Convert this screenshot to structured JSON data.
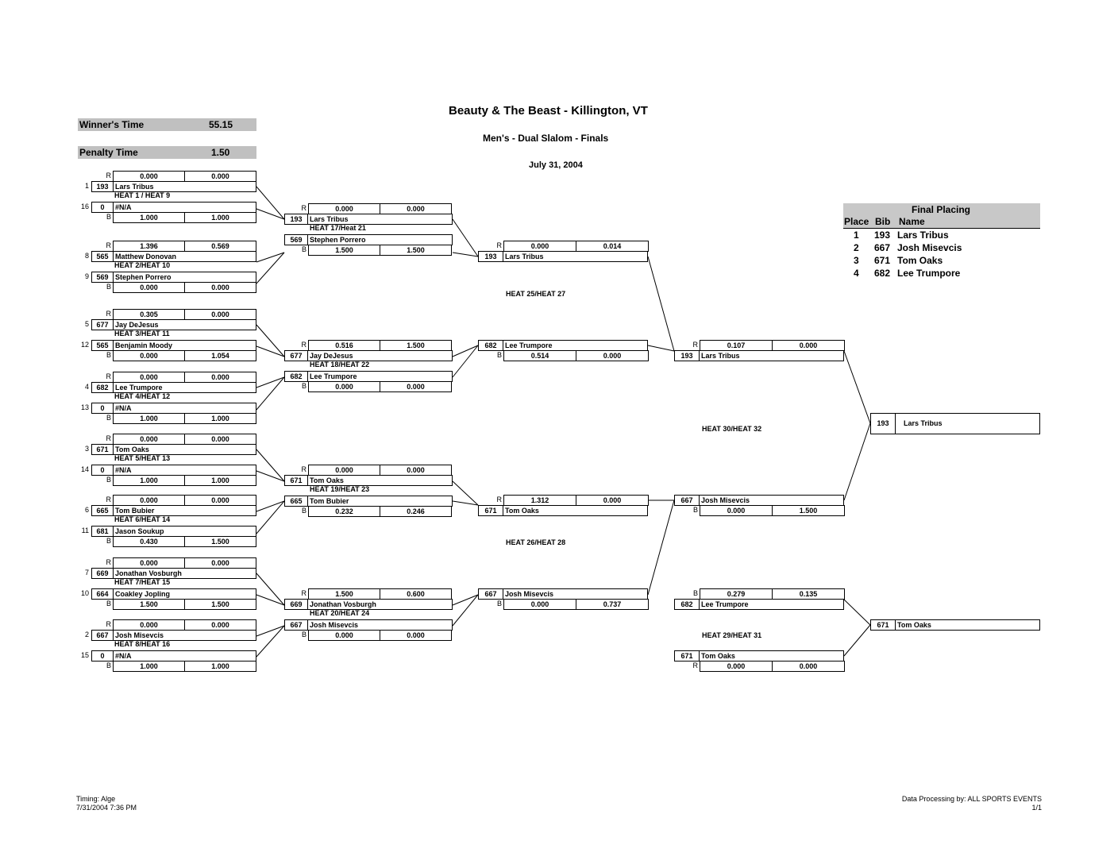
{
  "header": {
    "title": "Beauty & The Beast  - Killington, VT",
    "subtitle": "Men's - Dual Slalom - Finals",
    "date": "July 31, 2004"
  },
  "info": {
    "winners_time_label": "Winner's Time",
    "winners_time_value": "55.15",
    "penalty_time_label": "Penalty Time",
    "penalty_time_value": "1.50"
  },
  "final_placing": {
    "title": "Final Placing",
    "headers": [
      "Place",
      "Bib",
      "Name"
    ],
    "rows": [
      [
        "1",
        "193",
        "Lars Tribus"
      ],
      [
        "2",
        "667",
        "Josh Misevcis"
      ],
      [
        "3",
        "671",
        "Tom Oaks"
      ],
      [
        "4",
        "682",
        "Lee Trumpore"
      ]
    ]
  },
  "footer": {
    "timing": "Timing: Alge",
    "timestamp": "7/31/2004 7:36 PM",
    "processing": "Data Processing by: ALL SPORTS EVENTS",
    "page": "1/1"
  },
  "labels": [
    "R",
    "B"
  ],
  "round1": [
    {
      "heat": "HEAT 1 / HEAT 9",
      "top": {
        "seed": "1",
        "bib": "193",
        "name": "Lars Tribus",
        "times": [
          "0.000",
          "0.000"
        ]
      },
      "bottom": {
        "seed": "16",
        "bib": "0",
        "name": "#N/A",
        "times": [
          "1.000",
          "1.000"
        ]
      }
    },
    {
      "heat": "HEAT 2/HEAT 10",
      "top": {
        "seed": "8",
        "bib": "565",
        "name": "Matthew Donovan",
        "times": [
          "1.396",
          "0.569"
        ]
      },
      "bottom": {
        "seed": "9",
        "bib": "569",
        "name": "Stephen Porrero",
        "times": [
          "0.000",
          "0.000"
        ]
      }
    },
    {
      "heat": "HEAT 3/HEAT 11",
      "top": {
        "seed": "5",
        "bib": "677",
        "name": "Jay DeJesus",
        "times": [
          "0.305",
          "0.000"
        ]
      },
      "bottom": {
        "seed": "12",
        "bib": "565",
        "name": "Benjamin Moody",
        "times": [
          "0.000",
          "1.054"
        ]
      }
    },
    {
      "heat": "HEAT 4/HEAT 12",
      "top": {
        "seed": "4",
        "bib": "682",
        "name": "Lee Trumpore",
        "times": [
          "0.000",
          "0.000"
        ]
      },
      "bottom": {
        "seed": "13",
        "bib": "0",
        "name": "#N/A",
        "times": [
          "1.000",
          "1.000"
        ]
      }
    },
    {
      "heat": "HEAT 5/HEAT 13",
      "top": {
        "seed": "3",
        "bib": "671",
        "name": "Tom Oaks",
        "times": [
          "0.000",
          "0.000"
        ]
      },
      "bottom": {
        "seed": "14",
        "bib": "0",
        "name": "#N/A",
        "times": [
          "1.000",
          "1.000"
        ]
      }
    },
    {
      "heat": "HEAT 6/HEAT 14",
      "top": {
        "seed": "6",
        "bib": "665",
        "name": "Tom Bubier",
        "times": [
          "0.000",
          "0.000"
        ]
      },
      "bottom": {
        "seed": "11",
        "bib": "681",
        "name": "Jason Soukup",
        "times": [
          "0.430",
          "1.500"
        ]
      }
    },
    {
      "heat": "HEAT 7/HEAT 15",
      "top": {
        "seed": "7",
        "bib": "669",
        "name": "Jonathan Vosburgh",
        "times": [
          "0.000",
          "0.000"
        ]
      },
      "bottom": {
        "seed": "10",
        "bib": "664",
        "name": "Coakley Jopling",
        "times": [
          "1.500",
          "1.500"
        ]
      }
    },
    {
      "heat": "HEAT 8/HEAT 16",
      "top": {
        "seed": "2",
        "bib": "667",
        "name": "Josh Misevcis",
        "times": [
          "0.000",
          "0.000"
        ]
      },
      "bottom": {
        "seed": "15",
        "bib": "0",
        "name": "#N/A",
        "times": [
          "1.000",
          "1.000"
        ]
      }
    }
  ],
  "round2": [
    {
      "heat": "HEAT 17/Heat 21",
      "top": {
        "bib": "193",
        "name": "Lars Tribus",
        "times": [
          "0.000",
          "0.000"
        ]
      },
      "bottom": {
        "bib": "569",
        "name": "Stephen Porrero",
        "times": [
          "1.500",
          "1.500"
        ]
      }
    },
    {
      "heat": "HEAT 18/HEAT 22",
      "top": {
        "bib": "677",
        "name": "Jay DeJesus",
        "times": [
          "0.516",
          "1.500"
        ]
      },
      "bottom": {
        "bib": "682",
        "name": "Lee Trumpore",
        "times": [
          "0.000",
          "0.000"
        ]
      }
    },
    {
      "heat": "HEAT 19/HEAT 23",
      "top": {
        "bib": "671",
        "name": "Tom Oaks",
        "times": [
          "0.000",
          "0.000"
        ]
      },
      "bottom": {
        "bib": "665",
        "name": "Tom Bubier",
        "times": [
          "0.232",
          "0.246"
        ]
      }
    },
    {
      "heat": "HEAT 20/HEAT 24",
      "top": {
        "bib": "669",
        "name": "Jonathan Vosburgh",
        "times": [
          "1.500",
          "0.600"
        ]
      },
      "bottom": {
        "bib": "667",
        "name": "Josh Misevcis",
        "times": [
          "0.000",
          "0.000"
        ]
      }
    }
  ],
  "round3": [
    {
      "heat": "HEAT 25/HEAT 27",
      "top": {
        "bib": "193",
        "name": "Lars Tribus",
        "times": [
          "0.000",
          "0.014"
        ]
      },
      "bottom": {
        "bib": "682",
        "name": "Lee Trumpore",
        "times": [
          "0.514",
          "0.000"
        ]
      }
    },
    {
      "heat": "HEAT 26/HEAT 28",
      "top": {
        "bib": "671",
        "name": "Tom Oaks",
        "times": [
          "1.312",
          "0.000"
        ]
      },
      "bottom": {
        "bib": "667",
        "name": "Josh Misevcis",
        "times": [
          "0.000",
          "0.737"
        ]
      }
    }
  ],
  "final": {
    "heat": "HEAT 30/HEAT 32",
    "top": {
      "bib": "193",
      "name": "Lars Tribus",
      "times": [
        "0.107",
        "0.000"
      ]
    },
    "bottom": {
      "bib": "667",
      "name": "Josh Misevcis",
      "times": [
        "0.000",
        "1.500"
      ]
    }
  },
  "third_place": {
    "heat": "HEAT 29/HEAT 31",
    "top": {
      "bib": "682",
      "name": "Lee Trumpore",
      "times": [
        "0.279",
        "0.135"
      ]
    },
    "bottom": {
      "bib": "671",
      "name": "Tom Oaks",
      "times": [
        "0.000",
        "0.000"
      ]
    }
  },
  "winner": {
    "bib": "193",
    "name": "Lars Tribus"
  },
  "third_winner": {
    "bib": "671",
    "name": "Tom Oaks"
  }
}
